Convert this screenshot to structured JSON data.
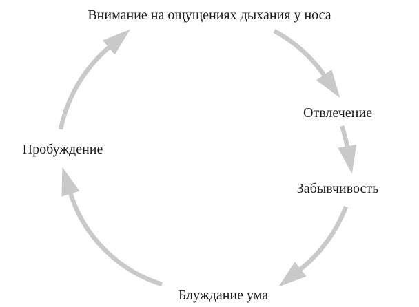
{
  "diagram": {
    "type": "cycle",
    "direction": "clockwise",
    "nodes": [
      {
        "id": "attention",
        "label": "Внимание на ощущениях дыхания у носа",
        "position": "top"
      },
      {
        "id": "distraction",
        "label": "Отвлечение",
        "position": "right-upper"
      },
      {
        "id": "forgetting",
        "label": "Забывчивость",
        "position": "right-lower"
      },
      {
        "id": "mind-wandering",
        "label": "Блуждание ума",
        "position": "bottom"
      },
      {
        "id": "awakening",
        "label": "Пробуждение",
        "position": "left"
      }
    ],
    "edges": [
      {
        "from": "attention",
        "to": "distraction"
      },
      {
        "from": "distraction",
        "to": "forgetting"
      },
      {
        "from": "forgetting",
        "to": "mind-wandering"
      },
      {
        "from": "mind-wandering",
        "to": "awakening"
      },
      {
        "from": "awakening",
        "to": "attention"
      }
    ],
    "colors": {
      "arrow": "#c9c9c9",
      "text": "#1d1d1d",
      "background": "#ffffff"
    }
  }
}
